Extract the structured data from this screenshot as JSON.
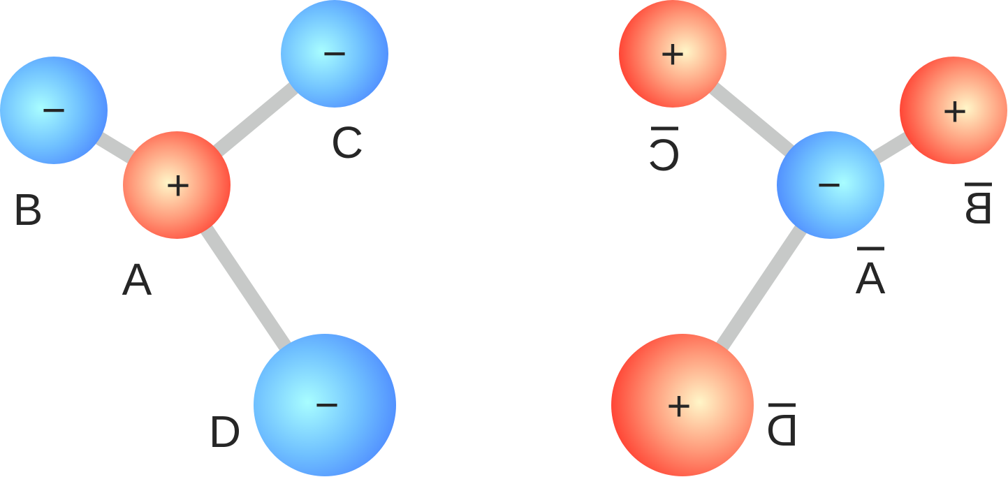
{
  "colors": {
    "positive": "#ff3b30",
    "negative": "#4d8dff",
    "bond": "#c7c9c8",
    "text": "#262626"
  },
  "molecule": {
    "atom_a": {
      "label": "A",
      "charge": "+"
    },
    "atom_b": {
      "label": "B",
      "charge": "−"
    },
    "atom_c": {
      "label": "C",
      "charge": "−"
    },
    "atom_d": {
      "label": "D",
      "charge": "−"
    }
  },
  "mirror": {
    "atom_a": {
      "label": "A",
      "charge": "−"
    },
    "atom_b": {
      "label": "B",
      "charge": "+"
    },
    "atom_c": {
      "label": "C",
      "charge": "+"
    },
    "atom_d": {
      "label": "D",
      "charge": "+"
    }
  }
}
